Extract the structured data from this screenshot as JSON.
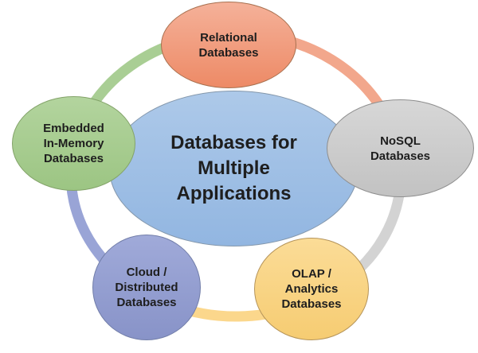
{
  "diagram": {
    "text_color": "#1e1e1e",
    "background": "#ffffff",
    "center": {
      "id": "center",
      "label": "Databases for\nMultiple\nApplications",
      "fill_top": "#adc9e9",
      "fill_bottom": "#92b6e1",
      "border": "#8497ab"
    },
    "nodes": [
      {
        "id": "relational",
        "label": "Relational\nDatabases",
        "fill_top": "#f5b199",
        "fill_bottom": "#ed8a66",
        "border": "#a8704f"
      },
      {
        "id": "nosql",
        "label": "NoSQL\nDatabases",
        "fill_top": "#d7d7d7",
        "fill_bottom": "#c2c2c2",
        "border": "#8e8e8e"
      },
      {
        "id": "olap",
        "label": "OLAP /\nAnalytics\nDatabases",
        "fill_top": "#fbdc97",
        "fill_bottom": "#f6cc72",
        "border": "#b5945a"
      },
      {
        "id": "cloud",
        "label": "Cloud /\nDistributed\nDatabases",
        "fill_top": "#a0aad9",
        "fill_bottom": "#8893c8",
        "border": "#727ea9"
      },
      {
        "id": "embedded",
        "label": "Embedded\nIn-Memory\nDatabases",
        "fill_top": "#b3d49e",
        "fill_bottom": "#9cc583",
        "border": "#83a369"
      }
    ],
    "ring": {
      "stroke_width": 13,
      "segments": [
        {
          "from": "embedded",
          "to": "relational",
          "color": "#a9ce94"
        },
        {
          "from": "relational",
          "to": "nosql",
          "color": "#f2a78c"
        },
        {
          "from": "nosql",
          "to": "olap",
          "color": "#d3d3d3"
        },
        {
          "from": "olap",
          "to": "cloud",
          "color": "#fbd78c"
        },
        {
          "from": "cloud",
          "to": "embedded",
          "color": "#99a4d6"
        }
      ]
    }
  }
}
